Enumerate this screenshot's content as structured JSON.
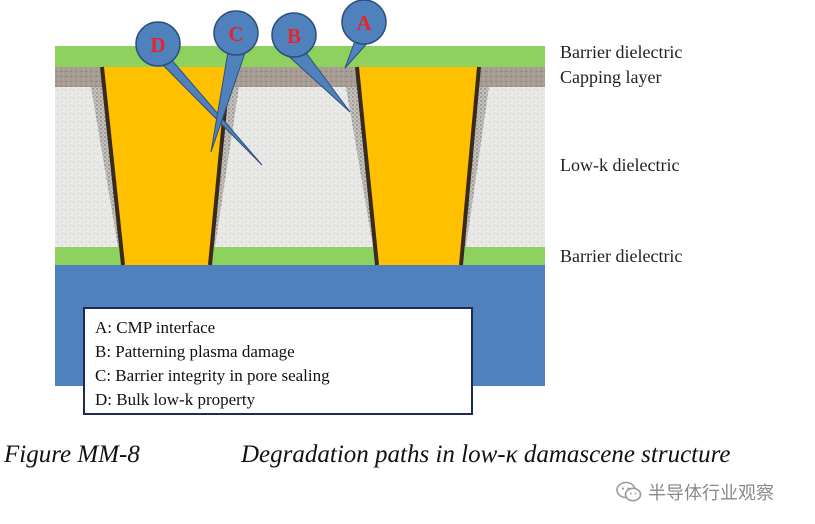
{
  "layers": {
    "barrier_top": "Barrier dielectric",
    "capping": "Capping layer",
    "lowk": "Low-k dielectric",
    "barrier_bottom": "Barrier dielectric"
  },
  "callouts": {
    "a": "A",
    "b": "B",
    "c": "C",
    "d": "D"
  },
  "legend": [
    "A: CMP interface",
    "B: Patterning plasma damage",
    "C: Barrier integrity in pore sealing",
    "D: Bulk low-k property"
  ],
  "caption": {
    "figure": "Figure MM-8",
    "title": "Degradation paths in low-κ damascene structure"
  },
  "watermark": {
    "text": "半导体行业观察",
    "icon": "wechat-icon"
  },
  "colors": {
    "barrier": "#8ed15f",
    "capping": "#a79c94",
    "lowk": "#e9e9e7",
    "copper": "#ffc000",
    "liner": "#3a2a1c",
    "substrate": "#4f81bd",
    "callout_fill": "#4f81bd",
    "callout_text": "#e8232a"
  }
}
